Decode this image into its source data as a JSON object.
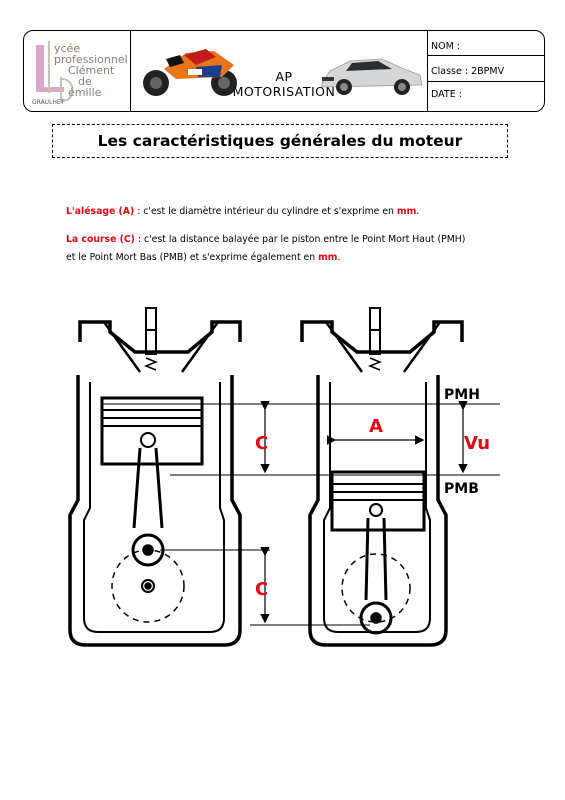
{
  "header": {
    "logo": {
      "line1": "ycée",
      "line2": "professionnel",
      "line3": "Clément",
      "line4": "de",
      "line5": "émille",
      "city": "GRAULHET"
    },
    "title_line1": "AP",
    "title_line2": "MOTORISATION",
    "fields": {
      "nom": "NOM :",
      "classe": "Classe : 2BPMV",
      "date": "DATE :"
    }
  },
  "page_title": "Les caractéristiques générales du moteur",
  "alesage": {
    "term": "L'alésage (A)",
    "sep": " : ",
    "text": "c'est le diamètre intérieur du cylindre et s'exprime en ",
    "unit": "mm",
    "end": "."
  },
  "course": {
    "term": "La course (C)",
    "sep": " : ",
    "text1": "c'est la distance balayée par le piston entre le Point Mort Haut (PMH)",
    "text2": "et le Point Mort Bas (PMB) et s'exprime également en ",
    "unit": "mm",
    "end": "."
  },
  "diagram": {
    "label_c": "C",
    "label_a": "A",
    "label_vu": "Vu",
    "label_pmh": "PMH",
    "label_pmb": "PMB",
    "colors": {
      "red": "#e30613"
    }
  }
}
